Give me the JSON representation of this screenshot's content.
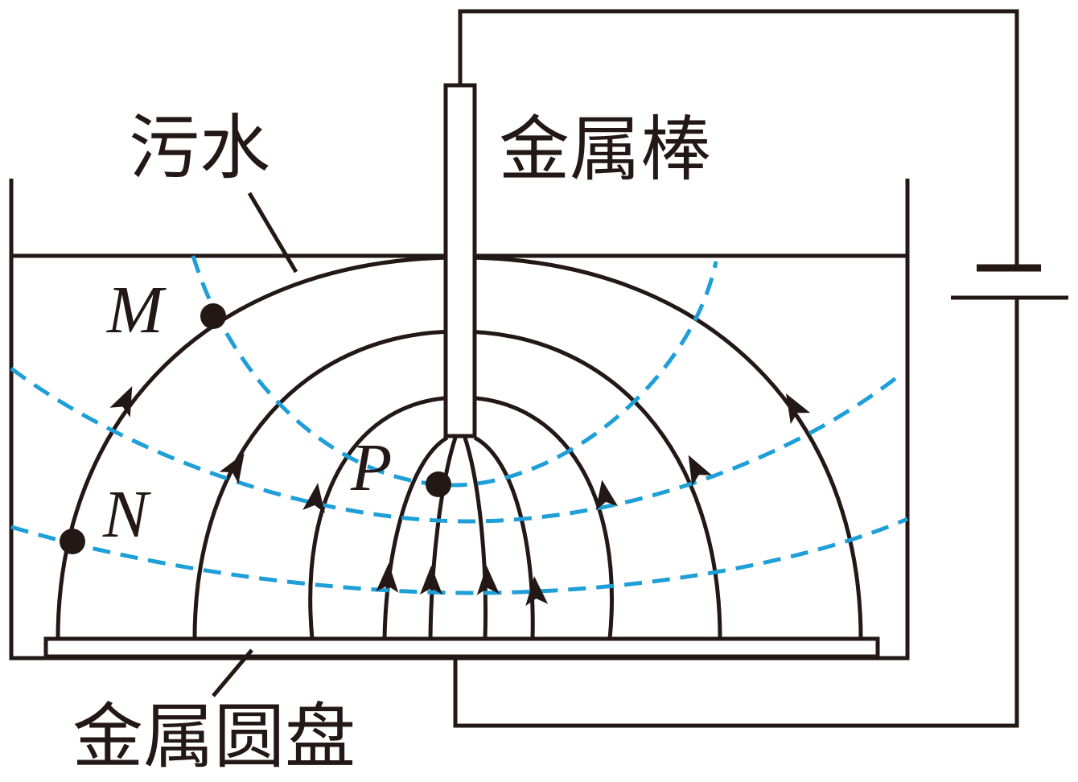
{
  "labels": {
    "sewage": "污水",
    "metal_rod": "金属棒",
    "metal_disk": "金属圆盘",
    "point_m": "M",
    "point_n": "N",
    "point_p": "P"
  },
  "colors": {
    "line": "#231815",
    "equipotential": "#1e9fd8"
  }
}
